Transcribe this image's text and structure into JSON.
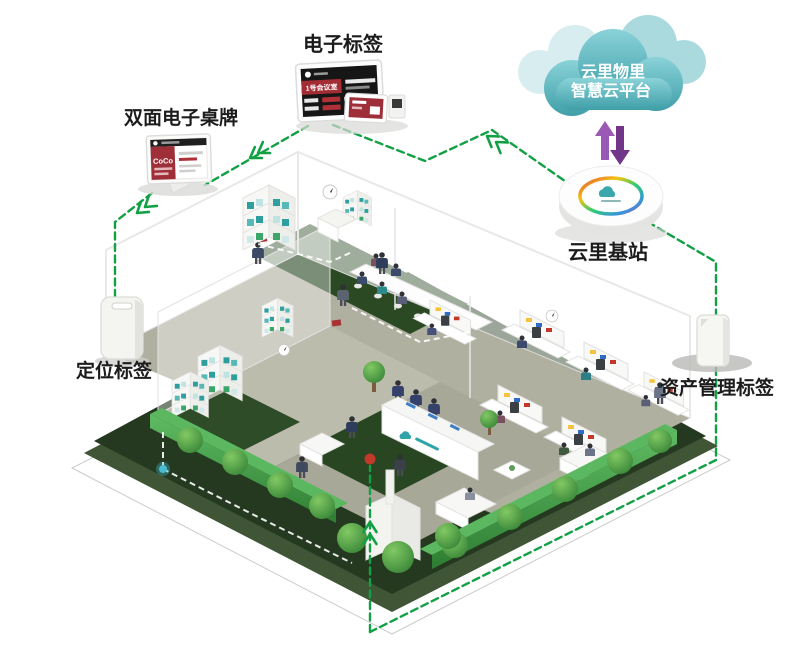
{
  "page": {
    "background": "#ffffff"
  },
  "diagram": {
    "cloud": {
      "line1": "云里物里",
      "line2": "智慧云平台"
    },
    "labels": {
      "esl": "电子标签",
      "desk_card": "双面电子桌牌",
      "locator": "定位标签",
      "gateway": "云里基站",
      "asset": "资产管理标签"
    },
    "device_screens": {
      "esl_room_name": "1号会议室",
      "desk_card_name": "CoCo"
    },
    "colors": {
      "link_green": "#12a045",
      "cloud_teal_dark": "#3f9fa8",
      "cloud_teal_light": "#84ced4",
      "arrow_purple_up": "#9b59b6",
      "arrow_purple_down": "#71368a",
      "platform_green": "#24391f",
      "hedge_green": "#4caf50",
      "alert_red_dot": "#c0392b",
      "beacon_cyan": "#49bcd1",
      "esl_screen_red": "#a32c35"
    }
  }
}
